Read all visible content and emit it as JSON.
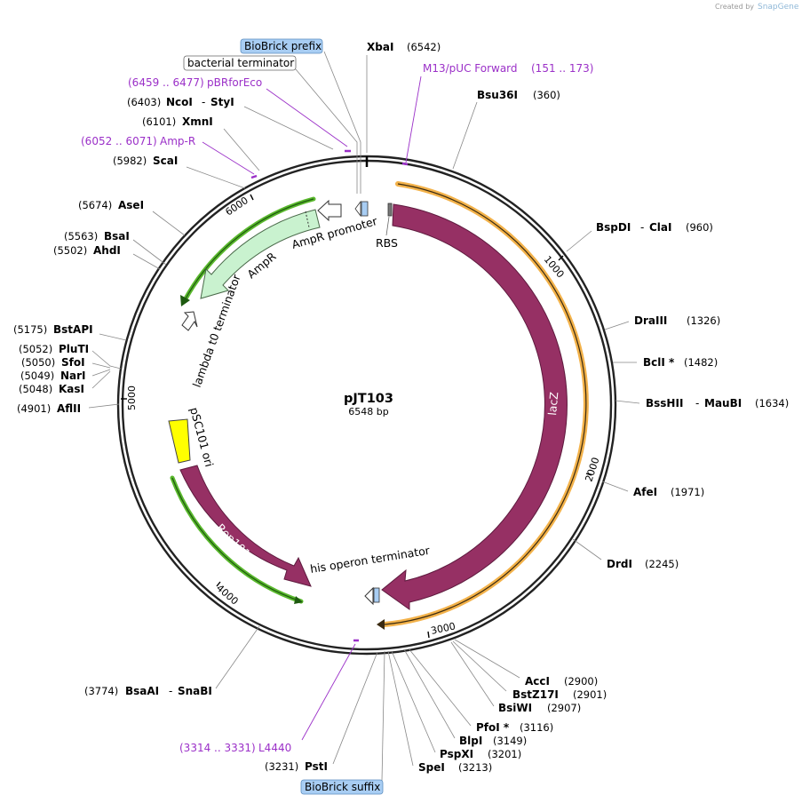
{
  "watermark": {
    "prefix": "Created by",
    "brand": "SnapGene"
  },
  "plasmid": {
    "name": "pJT103",
    "size_label": "6548 bp",
    "length": 6548
  },
  "ticks": [
    "1000",
    "2000",
    "3000",
    "4000",
    "5000",
    "6000"
  ],
  "features": {
    "lacZ": "lacZ",
    "rep101": "Rep101",
    "psc101": "pSC101 ori",
    "lambda": "lambda t0 terminator",
    "ampr": "AmpR",
    "ampr_promoter": "AmpR promoter",
    "rbs": "RBS",
    "his": "his operon terminator",
    "biobrick_prefix": "BioBrick prefix",
    "biobrick_suffix": "BioBrick suffix",
    "bacterial_terminator": "bacterial terminator"
  },
  "sites": {
    "xbai": {
      "name": "XbaI",
      "pos": "(6542)"
    },
    "bsu36i": {
      "name": "Bsu36I",
      "pos": "(360)"
    },
    "bspdi": {
      "name": "BspDI",
      "sep": "-",
      "name2": "ClaI",
      "pos": "(960)"
    },
    "draiii": {
      "name": "DraIII",
      "pos": "(1326)"
    },
    "bcli": {
      "name": "BclI *",
      "pos": "(1482)"
    },
    "bsshii": {
      "name": "BssHII",
      "sep": "-",
      "name2": "MauBI",
      "pos": "(1634)"
    },
    "afei": {
      "name": "AfeI",
      "pos": "(1971)"
    },
    "drdi": {
      "name": "DrdI",
      "pos": "(2245)"
    },
    "acci": {
      "name": "AccI",
      "pos": "(2900)"
    },
    "bstz17i": {
      "name": "BstZ17I",
      "pos": "(2901)"
    },
    "bsiwi": {
      "name": "BsiWI",
      "pos": "(2907)"
    },
    "pfoi": {
      "name": "PfoI *",
      "pos": "(3116)"
    },
    "blpi": {
      "name": "BlpI",
      "pos": "(3149)"
    },
    "pspxi": {
      "name": "PspXI",
      "pos": "(3201)"
    },
    "spei": {
      "name": "SpeI",
      "pos": "(3213)"
    },
    "psti": {
      "name": "PstI",
      "pos": "(3231)"
    },
    "bsaai": {
      "name": "BsaAI",
      "sep": "-",
      "name2": "SnaBI",
      "pos": "(3774)"
    },
    "aflii": {
      "name": "AflII",
      "pos": "(4901)"
    },
    "kasi": {
      "name": "KasI",
      "pos": "(5048)"
    },
    "nari": {
      "name": "NarI",
      "pos": "(5049)"
    },
    "sfoi": {
      "name": "SfoI",
      "pos": "(5050)"
    },
    "pluti": {
      "name": "PluTI",
      "pos": "(5052)"
    },
    "bstapi": {
      "name": "BstAPI",
      "pos": "(5175)"
    },
    "ahdi": {
      "name": "AhdI",
      "pos": "(5502)"
    },
    "bsai": {
      "name": "BsaI",
      "pos": "(5563)"
    },
    "asei": {
      "name": "AseI",
      "pos": "(5674)"
    },
    "scai": {
      "name": "ScaI",
      "pos": "(5982)"
    },
    "xmni": {
      "name": "XmnI",
      "pos": "(6101)"
    },
    "ncoi": {
      "name": "NcoI",
      "sep": "-",
      "name2": "StyI",
      "pos": "(6403)"
    }
  },
  "primers": {
    "m13": {
      "name": "M13/pUC Forward",
      "range": "(151 .. 173)"
    },
    "pbrforeco": {
      "range": "(6459 .. 6477)",
      "name": "pBRforEco"
    },
    "ampr_primer": {
      "range": "(6052 .. 6071)",
      "name": "Amp-R"
    },
    "l4440": {
      "range": "(3314 .. 3331)",
      "name": "L4440"
    }
  },
  "colors": {
    "cds": "#963064",
    "orange_outline": "#f3b24a",
    "green_outline": "#59b82c",
    "ampr_fill": "#c9f2cf",
    "ori_fill": "#ffff00",
    "biobrick_fill": "#a8cdf3",
    "primer": "#9b30c8"
  }
}
